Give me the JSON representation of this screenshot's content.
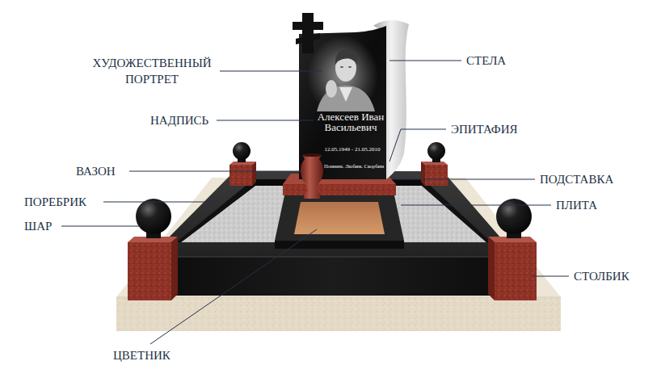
{
  "diagram": {
    "nodes": [
      {
        "text": [
          "Алексеев Иван Васильевич",
          "12.05.1949 - 21.05.2010",
          "Помним. Любим. Скорбим"
        ]
      }
    ],
    "labels": [
      "ХУДОЖЕСТВЕННЫЙ ПОРТРЕТ",
      "НАДПИСЬ",
      "ВАЗОН",
      "ПОРЕБРИК",
      "ШАР",
      "ЦВЕТНИК",
      "СТЕЛА",
      "ЭПИТАФИЯ",
      "ПОДСТАВКА",
      "ПЛИТА",
      "СТОЛБИК"
    ]
  }
}
